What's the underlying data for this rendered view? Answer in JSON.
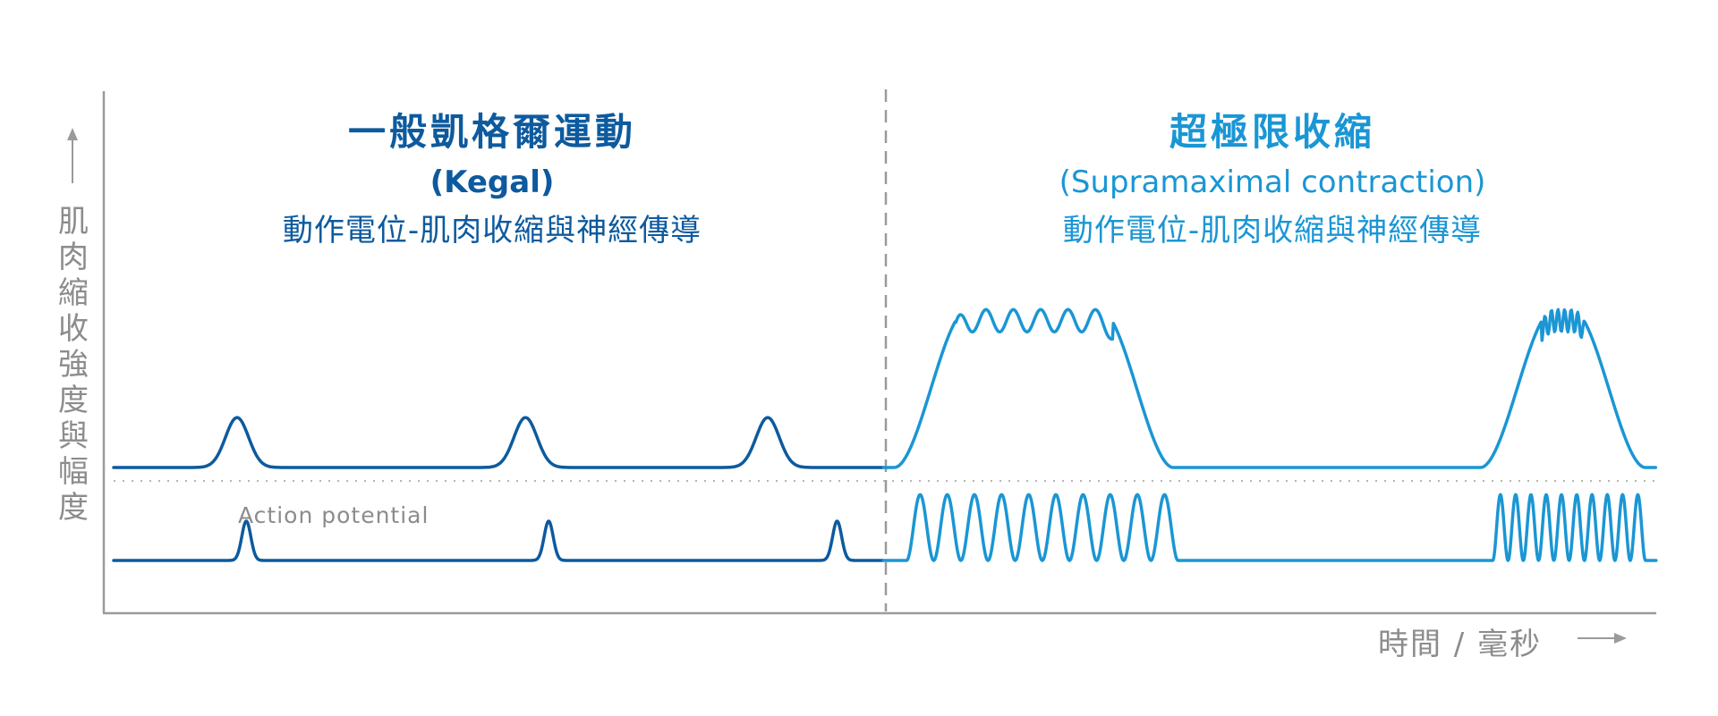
{
  "chart_data": {
    "type": "line",
    "title_left": "一般凱格爾運動",
    "subtitle_left_en": "(Kegal)",
    "subtitle_left_zh": "動作電位-肌肉收縮與神經傳導",
    "title_right": "超極限收縮",
    "subtitle_right_en": "(Supramaximal contraction)",
    "subtitle_right_zh": "動作電位-肌肉收縮與神經傳導",
    "ylabel": "肌肉縮收強度與幅度",
    "xlabel": "時間 / 毫秒",
    "annotation": "Action potential",
    "grid": false,
    "legend": "none",
    "xlim": [
      0,
      100
    ],
    "series": [
      {
        "name": "Kegal muscle contraction",
        "color": "#0d5a9e",
        "kind": "bumps",
        "events": [
          8.0,
          26.7,
          42.4
        ],
        "amplitude": 0.35
      },
      {
        "name": "Kegal action potential",
        "color": "#0d5a9e",
        "kind": "spikes",
        "events": [
          8.6,
          28.2,
          46.9
        ],
        "amplitude": 0.55
      },
      {
        "name": "Supramaximal muscle contraction",
        "color": "#1a96d4",
        "kind": "plateaus",
        "events": [
          {
            "start": 50.6,
            "end": 68.7,
            "ripples": 6
          },
          {
            "start": 88.6,
            "end": 99.3,
            "ripples": 6
          }
        ],
        "amplitude": 0.62
      },
      {
        "name": "Supramaximal action potential",
        "color": "#1a96d4",
        "kind": "trains",
        "events": [
          {
            "start": 51.4,
            "end": 69.0,
            "count": 10
          },
          {
            "start": 89.4,
            "end": 99.3,
            "count": 10
          }
        ],
        "amplitude": 0.92
      }
    ],
    "divider_x": 49.9
  },
  "colors": {
    "kegal": "#0d5a9e",
    "supramaximal": "#1a96d4",
    "axis": "#9a9a9a"
  },
  "icons": {
    "y_arrow": "arrow-up-icon",
    "x_arrow": "arrow-right-icon"
  }
}
